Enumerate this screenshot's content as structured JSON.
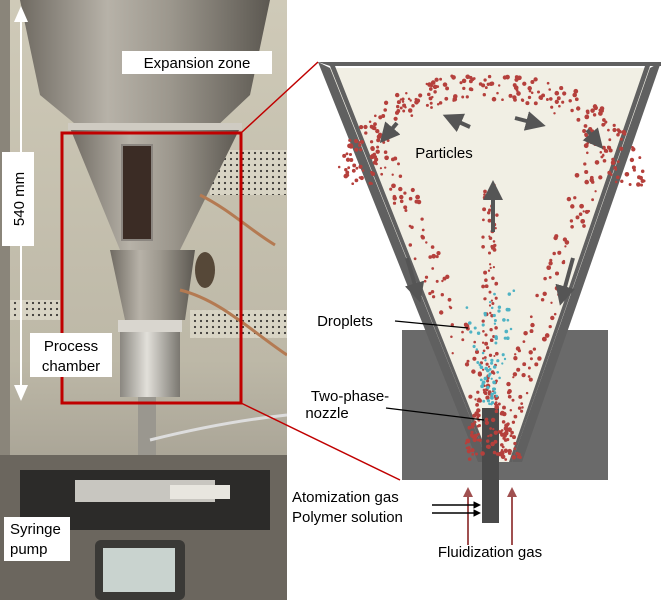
{
  "photo": {
    "labels": {
      "expansion_zone": "Expansion zone",
      "dimension": "540 mm",
      "process_chamber_line1": "Process",
      "process_chamber_line2": "chamber",
      "syringe_pump_line1": "Syringe",
      "syringe_pump_line2": "pump"
    }
  },
  "diagram": {
    "labels": {
      "particles": "Particles",
      "droplets": "Droplets",
      "nozzle_line1": "Two-phase-",
      "nozzle_line2": "nozzle",
      "atomization_gas": "Atomization gas",
      "polymer_solution": "Polymer solution",
      "fluidization_gas": "Fluidization gas"
    }
  },
  "colors": {
    "highlight_frame": "#c00000",
    "particle": "#b5403c",
    "droplet": "#4fb3c4",
    "chamber_wall": "#606060",
    "chamber_fill": "#f1efe4",
    "flow_arrow": "#555555",
    "fluidization_arrow": "#a05050"
  }
}
